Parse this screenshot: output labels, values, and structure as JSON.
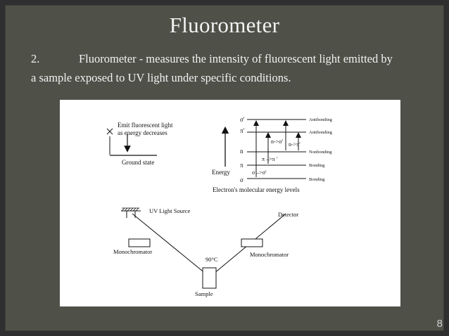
{
  "slide": {
    "title": "Fluorometer",
    "item_number": "2.",
    "line1_text": "Fluorometer - measures the intensity of fluorescent light emitted by",
    "line2_text": "a sample exposed to UV light under specific conditions.",
    "page_number": "8"
  },
  "diagram": {
    "left": {
      "emit_line1": "Emit fluorescent light",
      "emit_line2": "as energy decreases",
      "ground_state": "Ground state"
    },
    "energy": {
      "sigma_star": "σ'",
      "pi_star": "π'",
      "n": "n",
      "pi": "π",
      "sigma": "σ",
      "antibonding1": "Antibonding",
      "antibonding2": "Antibonding",
      "nonbonding": "Nonbonding",
      "bonding1": "Bonding",
      "bonding2": "Bonding",
      "n_sigma": "n->σ'",
      "n_pi": "n->π'",
      "pi_pi": "π –>π '",
      "sigma_sigma": "σ –>σ'",
      "energy_label": "Energy",
      "caption": "Electron's molecular energy levels"
    },
    "apparatus": {
      "uv_source": "UV Light Source",
      "detector": "Detector",
      "mono_left": "Monochromator",
      "mono_right": "Monochromator",
      "angle": "90°C",
      "sample": "Sample"
    }
  }
}
